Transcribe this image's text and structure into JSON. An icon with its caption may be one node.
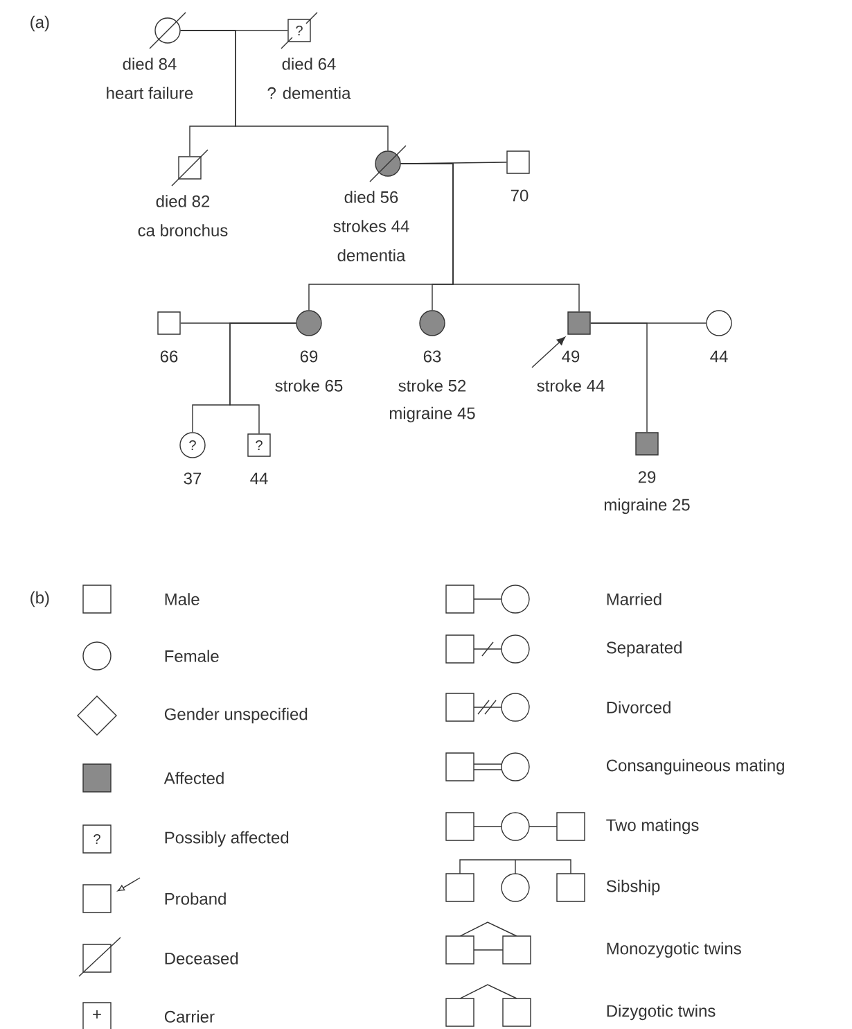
{
  "diagram": {
    "nodes": [
      {
        "text": [],
        "shape": "circle",
        "beside": [
          "died 84",
          "heart failure"
        ]
      },
      {
        "text": [
          "?"
        ],
        "beside": [
          "died 64",
          "? dementia"
        ]
      },
      {
        "text": [],
        "shape": "box",
        "beside": [
          "died 82",
          "ca bronchus"
        ]
      },
      {
        "text": [],
        "shape": "circle",
        "beside": [
          "died 56",
          "strokes 44",
          "dementia"
        ]
      },
      {
        "text": [],
        "shape": "box",
        "beside": [
          "70"
        ]
      },
      {
        "text": [],
        "shape": "box",
        "beside": [
          "66"
        ]
      },
      {
        "text": [],
        "shape": "circle",
        "beside": [
          "69",
          "stroke 65"
        ]
      },
      {
        "text": [],
        "shape": "circle",
        "beside": [
          "63",
          "stroke 52",
          "migraine 45"
        ]
      },
      {
        "text": [],
        "shape": "box",
        "beside": [
          "49",
          "stroke 44"
        ]
      },
      {
        "text": [],
        "shape": "circle",
        "beside": [
          "44"
        ]
      },
      {
        "text": [
          "?"
        ],
        "beside": [
          "37"
        ]
      },
      {
        "text": [
          "?"
        ],
        "beside": [
          "44"
        ]
      },
      {
        "text": [],
        "shape": "box",
        "beside": [
          "29",
          "migraine 25"
        ]
      }
    ],
    "edges": [
      {
        "from": 0,
        "to": 1,
        "arrow": "none"
      },
      {
        "from": 0,
        "to": 2,
        "arrow": "none"
      },
      {
        "from": 0,
        "to": 3,
        "arrow": "none"
      },
      {
        "from": 3,
        "to": 4,
        "arrow": "none"
      },
      {
        "from": 3,
        "to": 6,
        "arrow": "none"
      },
      {
        "from": 3,
        "to": 7,
        "arrow": "none"
      },
      {
        "from": 3,
        "to": 8,
        "arrow": "none"
      },
      {
        "from": 5,
        "to": 6,
        "arrow": "none"
      },
      {
        "from": 6,
        "to": 10,
        "arrow": "none"
      },
      {
        "from": 6,
        "to": 11,
        "arrow": "none"
      },
      {
        "from": 8,
        "to": 9,
        "arrow": "none"
      },
      {
        "from": 8,
        "to": 12,
        "arrow": "none"
      },
      {
        "from": null,
        "to": 8,
        "arrow": "to"
      }
    ],
    "labels": [
      "(a)",
      "(b)",
      "?",
      "+"
    ],
    "legend": [
      {
        "text": "Male"
      },
      {
        "text": "Female"
      },
      {
        "text": "Gender unspecified"
      },
      {
        "text": "Affected",
        "color": "#8a8a8a"
      },
      {
        "text": "Possibly affected"
      },
      {
        "text": "Proband"
      },
      {
        "text": "Deceased"
      },
      {
        "text": "Carrier"
      },
      {
        "text": "Married"
      },
      {
        "text": "Separated"
      },
      {
        "text": "Divorced"
      },
      {
        "text": "Consanguineous mating"
      },
      {
        "text": "Two matings"
      },
      {
        "text": "Sibship"
      },
      {
        "text": "Monozygotic twins"
      },
      {
        "text": "Dizygotic twins"
      }
    ]
  }
}
